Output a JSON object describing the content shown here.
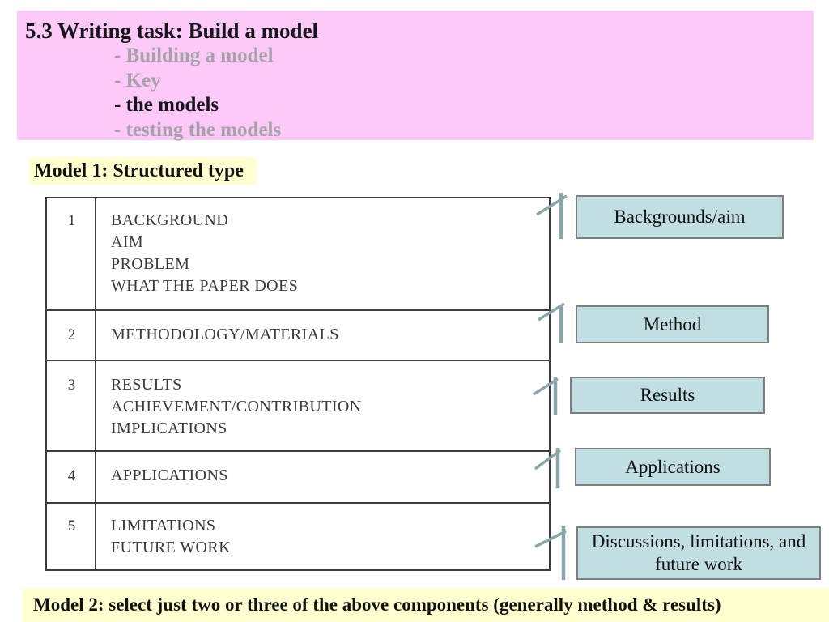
{
  "slide": {
    "header": {
      "title": "5.3 Writing task: Build a model",
      "bullets": [
        "- Building a model",
        "- Key",
        "- the models",
        "- testing the models"
      ]
    },
    "model1_heading": "Model 1: Structured type",
    "table": {
      "rows": [
        {
          "num": "1",
          "lines": [
            "BACKGROUND",
            "AIM",
            "PROBLEM",
            "WHAT THE PAPER DOES"
          ]
        },
        {
          "num": "2",
          "lines": [
            "METHODOLOGY/MATERIALS"
          ]
        },
        {
          "num": "3",
          "lines": [
            "RESULTS",
            "ACHIEVEMENT/CONTRIBUTION",
            "IMPLICATIONS"
          ]
        },
        {
          "num": "4",
          "lines": [
            "APPLICATIONS"
          ]
        },
        {
          "num": "5",
          "lines": [
            "LIMITATIONS",
            "FUTURE WORK"
          ]
        }
      ]
    },
    "callouts": [
      "Backgrounds/aim",
      "Method",
      "Results",
      "Applications",
      "Discussions, limitations, and future work"
    ],
    "model2_heading": "Model 2: select just two or three of the above components (generally method & results)",
    "colors": {
      "header_bg": "#fdc9f9",
      "highlight_bg": "#ffffcf",
      "callout_fill": "#c1dfe2",
      "callout_border": "#7e7e7e",
      "connector": "#8ba6ab",
      "muted_text": "#a7a1a8",
      "table_border": "#3d3d3d",
      "table_text": "#3a3a41"
    }
  }
}
